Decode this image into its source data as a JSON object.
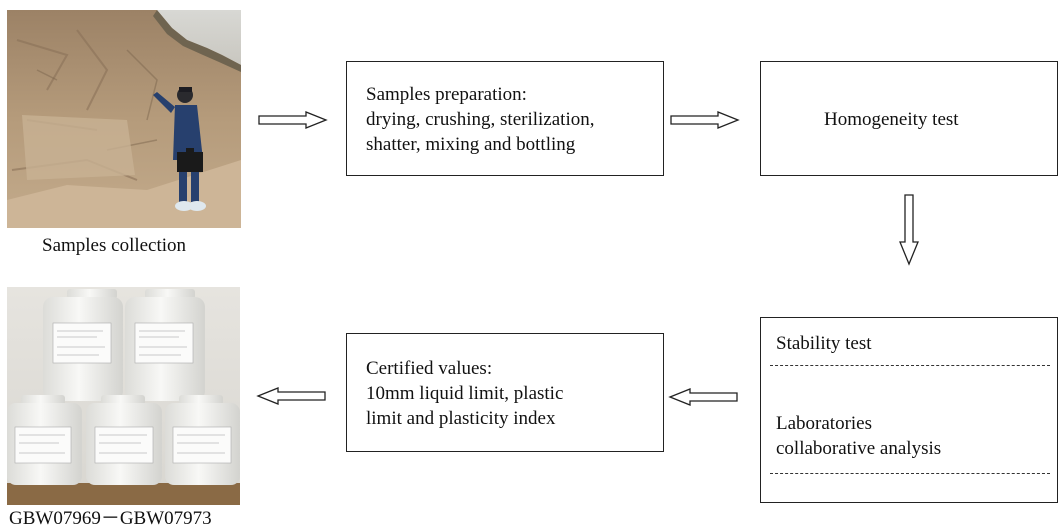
{
  "samples_collection": {
    "caption": "Samples collection"
  },
  "preparation": {
    "text": "Samples preparation:\ndrying, crushing, sterilization,\nshatter, mixing and bottling"
  },
  "homogeneity": {
    "text": "Homogeneity test"
  },
  "stability": {
    "text": "Stability test",
    "lab_text": "Laboratories\ncollaborative analysis"
  },
  "certified": {
    "text": "Certified values:\n10mm liquid limit, plastic\nlimit and plasticity index"
  },
  "product": {
    "caption": "GBW07969－GBW07973"
  },
  "colors": {
    "line": "#222222",
    "soil": "#b49a7c",
    "bottle": "#f1f1ee"
  }
}
